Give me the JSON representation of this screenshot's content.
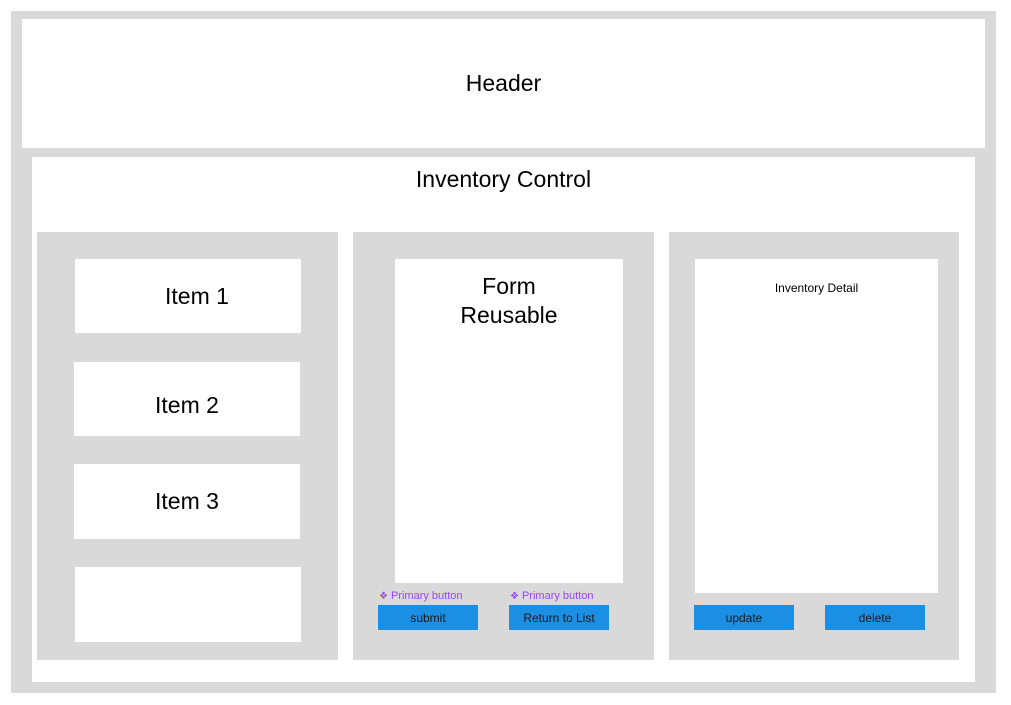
{
  "header": {
    "title": "Header"
  },
  "main": {
    "title": "Inventory Control"
  },
  "list": {
    "items": [
      "Item 1",
      "Item 2",
      "Item 3",
      ""
    ]
  },
  "form": {
    "title_line1": "Form",
    "title_line2": "Reusable"
  },
  "component_label": "Primary button",
  "component_glyph": "❖",
  "buttons": {
    "submit": "submit",
    "return": "Return to List",
    "update": "update",
    "delete": "delete"
  },
  "detail": {
    "title": "Inventory Detail"
  },
  "colors": {
    "button": "#1a8fe3",
    "panel": "#d9d9d9",
    "component_label": "#9747ff"
  }
}
